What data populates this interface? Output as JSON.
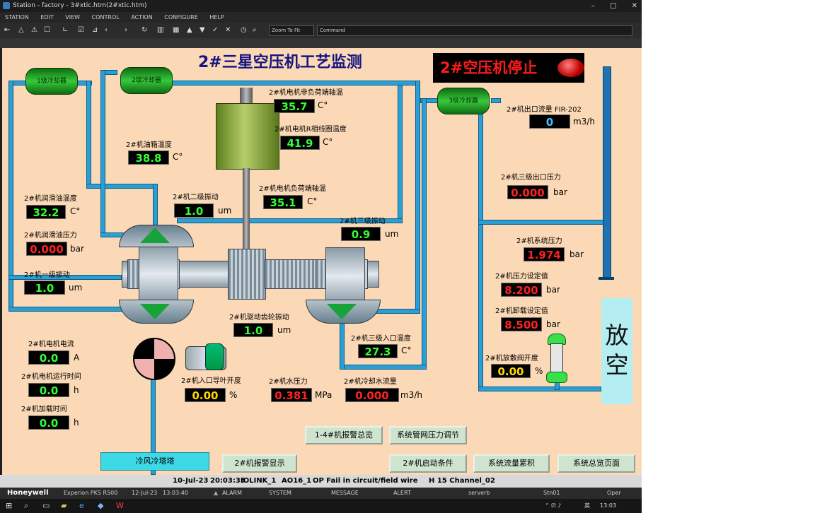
{
  "window": {
    "title": "Station - factory - 3#xtic.htm(2#xtic.htm)",
    "controls": [
      "–",
      "□",
      "✕"
    ]
  },
  "menu": [
    "STATION",
    "EDIT",
    "VIEW",
    "CONTROL",
    "ACTION",
    "CONFIGURE",
    "HELP"
  ],
  "toolbar": {
    "zoom_value": "Zoom To Fit",
    "command_label": "Command"
  },
  "hmi": {
    "title": "2#三星空压机工艺监测",
    "status_text": "2#空压机停止",
    "vent_label": "放空",
    "coolers": {
      "first": "1级冷却器",
      "second": "2级冷却器",
      "third": "3级冷却器"
    },
    "tower_label": "冷风冷塔塔",
    "measurements": {
      "motor_nonload_bearing_temp": {
        "label": "2#机电机非负荷端轴温",
        "value": "35.7",
        "unit": "C°"
      },
      "motor_r_winding_temp": {
        "label": "2#机电机R相线圈温度",
        "value": "41.9",
        "unit": "C°"
      },
      "oil_tank_temp": {
        "label": "2#机油箱温度",
        "value": "38.8",
        "unit": "C°"
      },
      "motor_load_bearing_temp": {
        "label": "2#机电机负荷端轴温",
        "value": "35.1",
        "unit": "C°"
      },
      "lube_oil_temp": {
        "label": "2#机润滑油温度",
        "value": "32.2",
        "unit": "C°"
      },
      "stage2_vibration": {
        "label": "2#机二级振动",
        "value": "1.0",
        "unit": "um"
      },
      "lube_oil_pressure": {
        "label": "2#机润滑油压力",
        "value": "0.000",
        "unit": "bar"
      },
      "stage1_vibration": {
        "label": "2#机一级振动",
        "value": "1.0",
        "unit": "um"
      },
      "driving_gear_vibration": {
        "label": "2#机驱动齿轮振动",
        "value": "1.0",
        "unit": "um"
      },
      "stage3_vibration": {
        "label": "2#机三级振动",
        "value": "0.9",
        "unit": "um"
      },
      "stage3_inlet_temp": {
        "label": "2#机三级入口温度",
        "value": "27.3",
        "unit": "C°"
      },
      "outlet_flow": {
        "label": "2#机出口流量 FIR-202",
        "value": "0",
        "unit": "m3/h"
      },
      "stage3_outlet_pressure": {
        "label": "2#机三级出口压力",
        "value": "0.000",
        "unit": "bar"
      },
      "system_pressure": {
        "label": "2#机系统压力",
        "value": "1.974",
        "unit": "bar"
      },
      "pressure_setpoint": {
        "label": "2#机压力设定值",
        "value": "8.200",
        "unit": "bar"
      },
      "unload_setpoint": {
        "label": "2#机卸载设定值",
        "value": "8.500",
        "unit": "bar"
      },
      "blowoff_valve_opening": {
        "label": "2#机放散阀开度",
        "value": "0.00",
        "unit": "%"
      },
      "motor_current": {
        "label": "2#机电机电流",
        "value": "0.0",
        "unit": "A"
      },
      "motor_run_time": {
        "label": "2#机电机运行时间",
        "value": "0.0",
        "unit": "h"
      },
      "motor_load_time": {
        "label": "2#机加载时间",
        "value": "0.0",
        "unit": "h"
      },
      "inlet_guide_vane": {
        "label": "2#机入口导叶开度",
        "value": "0.00",
        "unit": "%"
      },
      "water_pressure": {
        "label": "2#机水压力",
        "value": "0.381",
        "unit": "MPa"
      },
      "cooling_water_flow": {
        "label": "2#机冷却水流量",
        "value": "0.000",
        "unit": "m3/h"
      }
    },
    "buttons": {
      "alarm_overview": "1-4#机报警总览",
      "pipe_pressure": "系统管网压力调节",
      "alarm_display": "2#机报警显示",
      "start_conditions": "2#机启动条件",
      "flow_totals": "系统流量累积",
      "overview_page": "系统总览页面"
    }
  },
  "status": {
    "date": "10-Jul-23",
    "time": "20:03:35",
    "iolink": "IOLINK_1",
    "module": "AO16_1",
    "message": "OP Fail in circuit/field wire",
    "channel": "H 15 Channel_02"
  },
  "alarmbar": {
    "brand": "Honeywell",
    "product": "Experion PKS R500",
    "date": "12-Jul-23",
    "time": "13:03:40",
    "alarm": "ALARM",
    "system": "SYSTEM",
    "message": "MESSAGE",
    "alert": "ALERT",
    "server": "serverb",
    "station": "Stn01",
    "oper": "Oper"
  },
  "taskbar": {
    "clock": "13:03",
    "ime": "英"
  },
  "colors": {
    "background": "#fcd9b6",
    "pipe": "#2a9fd6",
    "value_green": "#33ff33",
    "value_red": "#ff2222",
    "value_yellow": "#ffd700",
    "value_cyan": "#39c6ff"
  }
}
